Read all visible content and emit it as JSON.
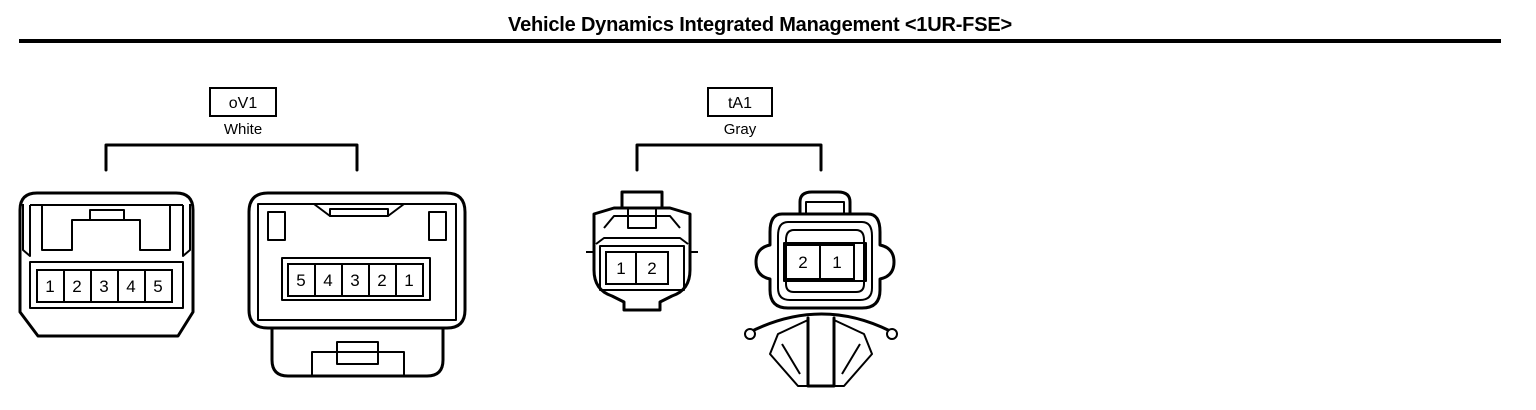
{
  "header": {
    "title": "Vehicle Dynamics Integrated Management <1UR-FSE>"
  },
  "connectors": [
    {
      "code": "oV1",
      "color": "White",
      "left_pins": [
        "1",
        "2",
        "3",
        "4",
        "5"
      ],
      "right_pins": [
        "5",
        "4",
        "3",
        "2",
        "1"
      ]
    },
    {
      "code": "tA1",
      "color": "Gray",
      "left_pins": [
        "1",
        "2"
      ],
      "right_pins": [
        "2",
        "1"
      ]
    }
  ]
}
